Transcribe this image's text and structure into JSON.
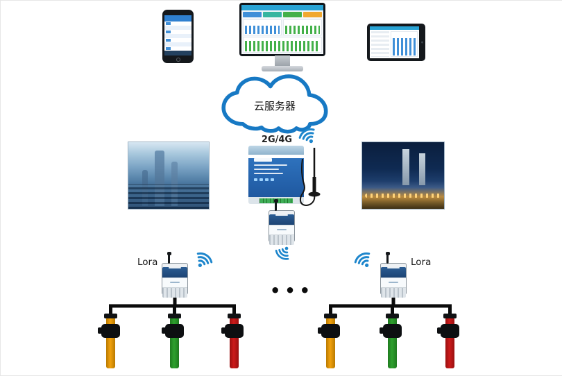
{
  "diagram": {
    "cloud_label": "云服务器",
    "network_label": "2G/4G",
    "lora_left_label": "Lora",
    "lora_right_label": "Lora",
    "ellipsis": "•••"
  },
  "colors": {
    "cloud-stroke": "#1779c4",
    "wifi-blue": "#1e86cc",
    "gateway-blue": "#2e72bd",
    "wire-black": "#0b0b0b",
    "sensor-yellow": "#f2a20d",
    "sensor-green": "#2ea02e",
    "sensor-red": "#cc1a1a"
  }
}
